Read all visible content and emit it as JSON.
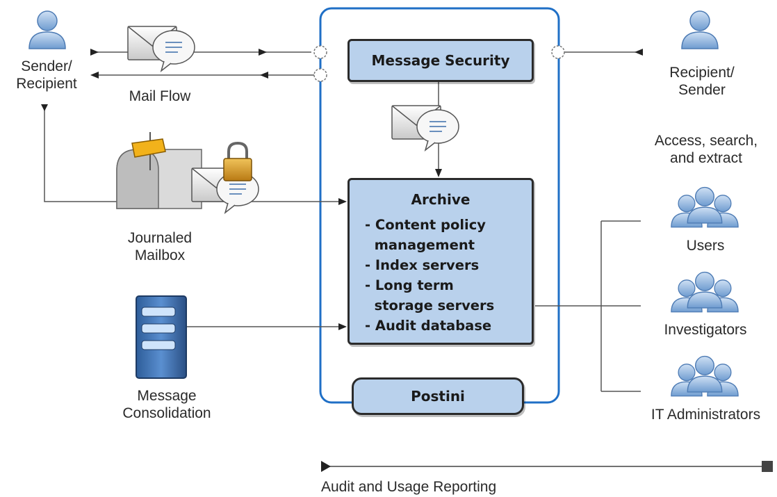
{
  "sender_label_1": "Sender/",
  "sender_label_2": "Recipient",
  "mail_flow_label": "Mail Flow",
  "recipient_label_1": "Recipient/",
  "recipient_label_2": "Sender",
  "message_security": "Message Security",
  "archive": {
    "title": "Archive",
    "items": [
      "- Content policy",
      "  management",
      "- Index servers",
      "- Long term",
      "  storage servers",
      "- Audit database"
    ]
  },
  "postini": "Postini",
  "journaled_mailbox_1": "Journaled",
  "journaled_mailbox_2": "Mailbox",
  "message_consolidation_1": "Message",
  "message_consolidation_2": "Consolidation",
  "access_label_1": "Access, search,",
  "access_label_2": "and extract",
  "users_label": "Users",
  "investigators_label": "Investigators",
  "it_admins_label": "IT Administrators",
  "audit_reporting_label": "Audit and Usage Reporting",
  "colors": {
    "box_fill": "#b9d1ec",
    "frame_blue": "#1f6fc6",
    "line": "#555555"
  }
}
